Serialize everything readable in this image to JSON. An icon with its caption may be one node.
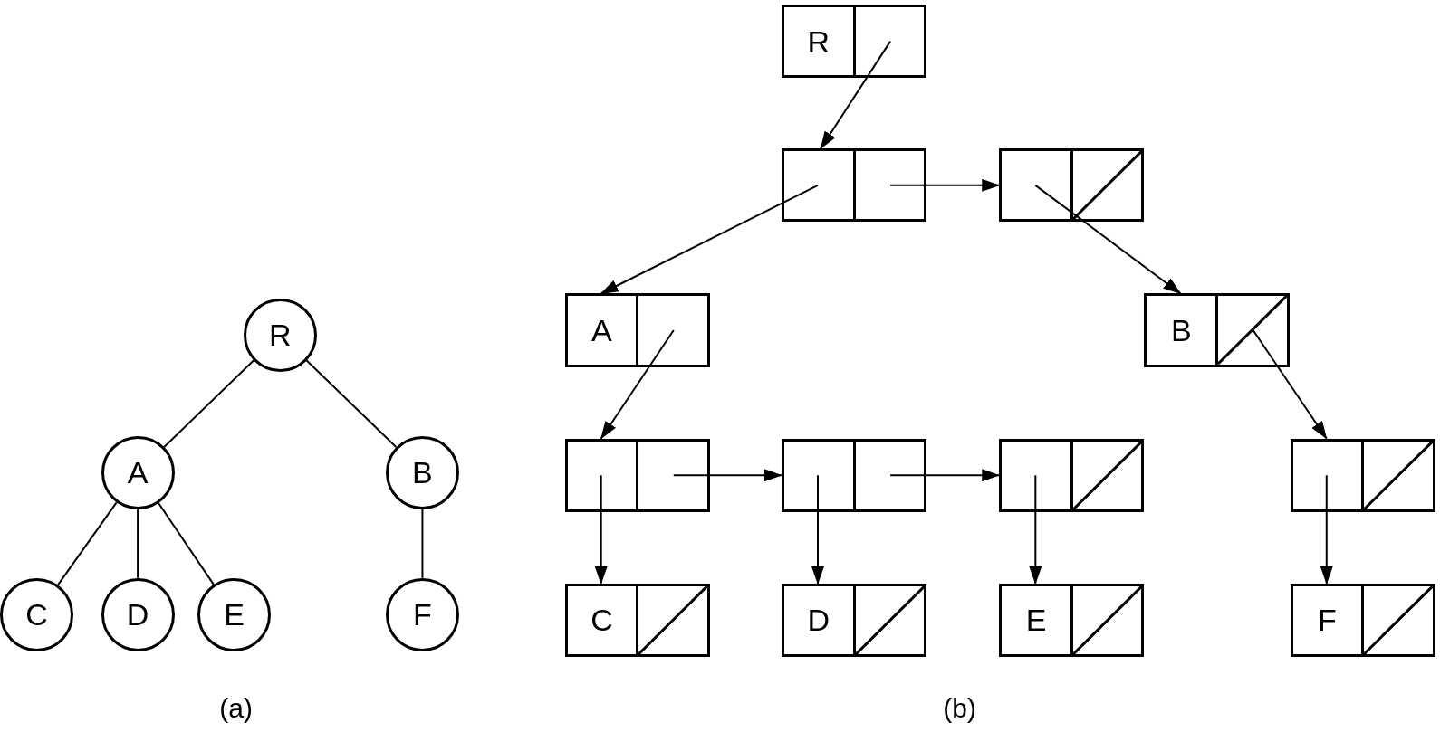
{
  "diagram": {
    "nodes": [
      {
        "text": [
          "R"
        ]
      },
      {
        "text": [
          "A"
        ]
      },
      {
        "text": [
          "B"
        ]
      },
      {
        "text": [
          "C"
        ]
      },
      {
        "text": [
          "D"
        ]
      },
      {
        "text": [
          "E"
        ]
      },
      {
        "text": [
          "F"
        ]
      },
      {
        "text": [
          "R"
        ]
      },
      {
        "text": [],
        "shape": "box"
      },
      {
        "text": [],
        "shape": "box"
      },
      {
        "text": [
          "A"
        ]
      },
      {
        "text": [
          "B"
        ]
      },
      {
        "text": [],
        "shape": "box"
      },
      {
        "text": [],
        "shape": "box"
      },
      {
        "text": [],
        "shape": "box"
      },
      {
        "text": [],
        "shape": "box"
      },
      {
        "text": [
          "C"
        ]
      },
      {
        "text": [
          "D"
        ]
      },
      {
        "text": [
          "E"
        ]
      },
      {
        "text": [
          "F"
        ]
      }
    ],
    "edges": [
      {
        "from": 0,
        "to": 1,
        "arrow": "none"
      },
      {
        "from": 0,
        "to": 2,
        "arrow": "none"
      },
      {
        "from": 1,
        "to": 3,
        "arrow": "none"
      },
      {
        "from": 1,
        "to": 4,
        "arrow": "none"
      },
      {
        "from": 1,
        "to": 5,
        "arrow": "none"
      },
      {
        "from": 2,
        "to": 6,
        "arrow": "none"
      },
      {
        "from": 7,
        "to": 8,
        "arrow": "to"
      },
      {
        "from": 8,
        "to": 9,
        "arrow": "to"
      },
      {
        "from": 8,
        "to": 10,
        "arrow": "to"
      },
      {
        "from": 9,
        "to": 11,
        "arrow": "to"
      },
      {
        "from": 10,
        "to": 12,
        "arrow": "to"
      },
      {
        "from": 11,
        "to": 15,
        "arrow": "to"
      },
      {
        "from": 12,
        "to": 13,
        "arrow": "to"
      },
      {
        "from": 13,
        "to": 14,
        "arrow": "to"
      },
      {
        "from": 12,
        "to": 16,
        "arrow": "to"
      },
      {
        "from": 13,
        "to": 17,
        "arrow": "to"
      },
      {
        "from": 14,
        "to": 18,
        "arrow": "to"
      },
      {
        "from": 15,
        "to": 19,
        "arrow": "to"
      }
    ],
    "labels": [
      "(a)",
      "(b)"
    ]
  }
}
